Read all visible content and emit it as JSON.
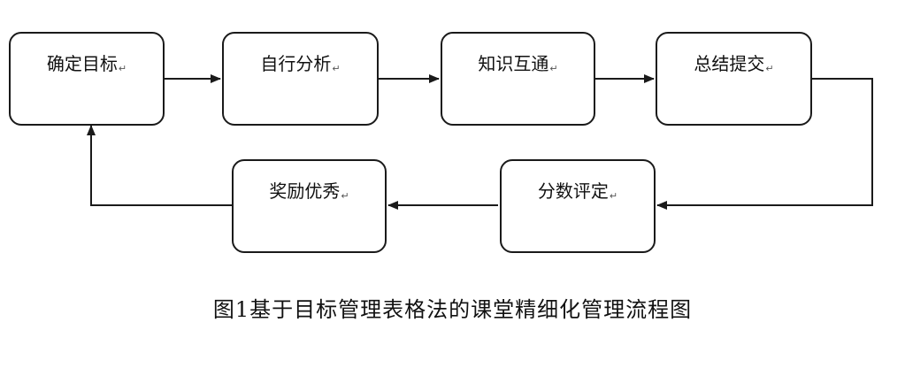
{
  "nodes": [
    {
      "label": "确定目标",
      "mark": "↵"
    },
    {
      "label": "自行分析",
      "mark": "↵"
    },
    {
      "label": "知识互通",
      "mark": "↵"
    },
    {
      "label": "总结提交",
      "mark": "↵"
    },
    {
      "label": "分数评定",
      "mark": "↵"
    },
    {
      "label": "奖励优秀",
      "mark": "↵"
    }
  ],
  "caption": "图1基于目标管理表格法的课堂精细化管理流程图",
  "colors": {
    "stroke": "#1a1a1a",
    "text": "#111111",
    "background": "#ffffff"
  }
}
